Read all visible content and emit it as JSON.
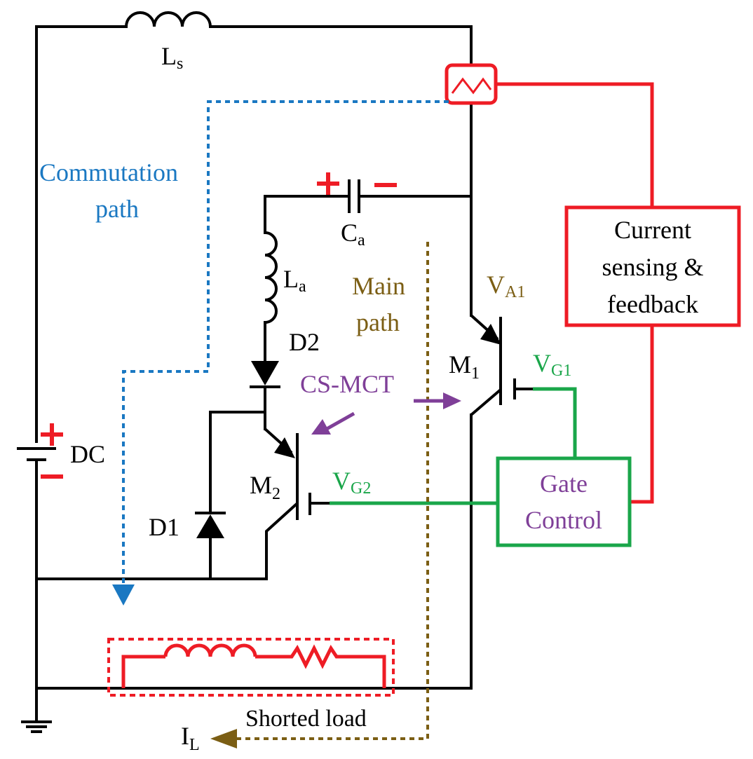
{
  "labels": {
    "ls": "L",
    "ls_sub": "s",
    "ca": "C",
    "ca_sub": "a",
    "la": "L",
    "la_sub": "a",
    "d2": "D2",
    "d1": "D1",
    "dc": "DC",
    "m1": "M",
    "m1_sub": "1",
    "m2": "M",
    "m2_sub": "2",
    "va1": "V",
    "va1_sub": "A1",
    "vg1": "V",
    "vg1_sub": "G1",
    "vg2": "V",
    "vg2_sub": "G2",
    "il": "I",
    "il_sub": "L",
    "cs_mct": "CS-MCT",
    "commutation_line1": "Commutation",
    "commutation_line2": "path",
    "main_line1": "Main",
    "main_line2": "path",
    "current_line1": "Current",
    "current_line2": "sensing &",
    "current_line3": "feedback",
    "gate_line1": "Gate",
    "gate_line2": "Control",
    "shorted_load": "Shorted load",
    "plus": "+",
    "minus": "−"
  },
  "colors": {
    "wire": "#000000",
    "sense": "#ee1c25",
    "gate": "#1aa64a",
    "commutation": "#1a78c2",
    "main_path": "#7b5e14",
    "cs_mct": "#7f3f98"
  }
}
